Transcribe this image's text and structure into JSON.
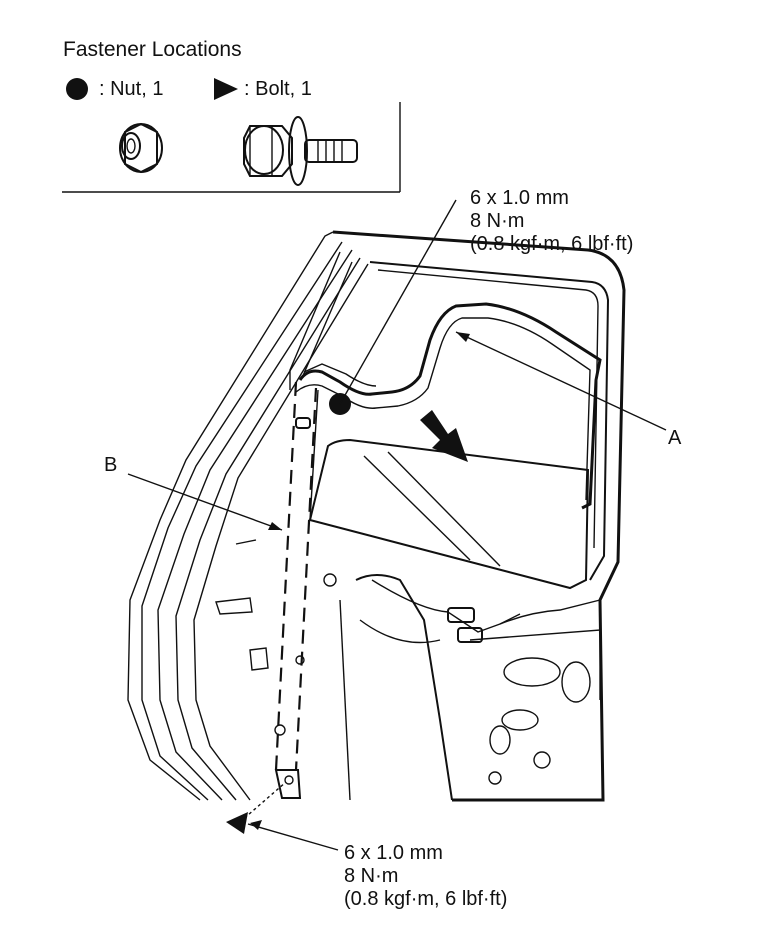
{
  "legend": {
    "title": "Fastener Locations",
    "nut_label": ": Nut, 1",
    "bolt_label": ": Bolt, 1"
  },
  "callouts": {
    "top_spec": {
      "line1": "6 x 1.0 mm",
      "line2": "8 N·m",
      "line3": "(0.8 kgf·m, 6 lbf·ft)"
    },
    "bottom_spec": {
      "line1": "6 x 1.0 mm",
      "line2": "8 N·m",
      "line3": "(0.8 kgf·m, 6 lbf·ft)"
    },
    "label_a": "A",
    "label_b": "B"
  },
  "icons": [
    "nut-symbol-icon",
    "bolt-symbol-icon",
    "nut-drawing-icon",
    "bolt-drawing-icon",
    "removal-arrow-icon"
  ]
}
